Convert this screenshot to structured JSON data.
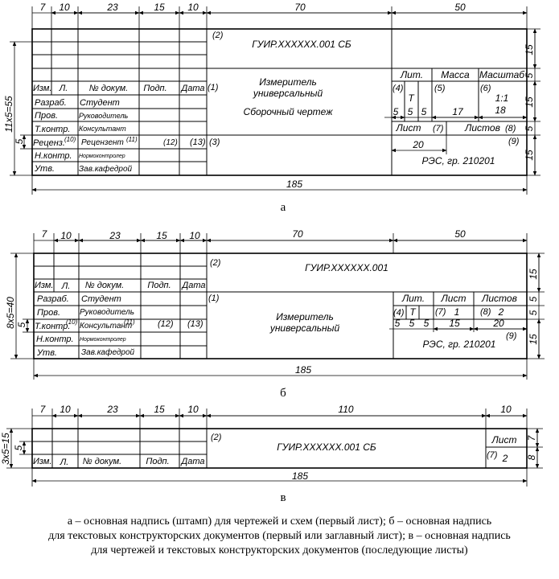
{
  "panel_a": {
    "letter": "а",
    "top_dims": [
      "7",
      "10",
      "23",
      "15",
      "10",
      "70",
      "50"
    ],
    "right_dims": [
      "15",
      "5",
      "15",
      "5",
      "15"
    ],
    "left_dim": "11x5=55",
    "left_dim_small": "5",
    "bottom_dim": "185",
    "n2": "(2)",
    "designation": "ГУИР.XXXXXX.001 СБ",
    "header": [
      "Изм.",
      "Л.",
      "№ докум.",
      "Подп.",
      "Дата"
    ],
    "n1": "(1)",
    "title_l1": "Измеритель",
    "title_l2": "универсальный",
    "title_l3": "Сборочный чертеж",
    "col_lit": "Лит.",
    "col_mass": "Масса",
    "col_scale": "Масштаб",
    "n4": "(4)",
    "n5": "(5)",
    "n6": "(6)",
    "lit_t": "Т",
    "scale_val": "1:1",
    "d5a": "5",
    "d5b": "5",
    "d5c": "5",
    "d17": "17",
    "d18": "18",
    "sheet_lbl": "Лист",
    "n7": "(7)",
    "sheets_lbl": "Листов",
    "n8": "(8)",
    "n9": "(9)",
    "d20": "20",
    "org": "РЭС, гр. 210201",
    "rows": [
      "Разраб.",
      "Пров.",
      "Т.контр.",
      "Реценз.",
      "Н.контр.",
      "Утв."
    ],
    "names": [
      "Студент",
      "Руководитель",
      "Консультант",
      "Рецензент",
      "Нормоконтролер",
      "Зав.кафедрой"
    ],
    "n10": "(10)",
    "n11": "(11)",
    "n12": "(12)",
    "n13": "(13)",
    "n3": "(3)"
  },
  "panel_b": {
    "letter": "б",
    "top_dims": [
      "7",
      "10",
      "23",
      "15",
      "10",
      "70",
      "50"
    ],
    "right_dims": [
      "15",
      "5",
      "5",
      "15"
    ],
    "left_dim": "8x5=40",
    "left_dim_small": "5",
    "bottom_dim": "185",
    "n2": "(2)",
    "designation": "ГУИР.XXXXXX.001",
    "header": [
      "Изм.",
      "Л.",
      "№ докум.",
      "Подп.",
      "Дата"
    ],
    "n1": "(1)",
    "title_l1": "Измеритель",
    "title_l2": "универсальный",
    "col_lit": "Лит.",
    "col_sheet": "Лист",
    "col_sheets": "Листов",
    "n4": "(4)",
    "lit_t": "Т",
    "n7": "(7)",
    "sheet_val": "1",
    "n8": "(8)",
    "sheets_val": "2",
    "d5a": "5",
    "d5b": "5",
    "d5c": "5",
    "d15": "15",
    "d20": "20",
    "n9": "(9)",
    "org": "РЭС, гр. 210201",
    "rows": [
      "Разраб.",
      "Пров.",
      "Т.контр.",
      "Н.контр.",
      "Утв."
    ],
    "names": [
      "Студент",
      "Руководитель",
      "Консультант",
      "Нормоконтролер",
      "Зав.кафедрой"
    ],
    "n10": "(10)",
    "n11": "(11)",
    "n12": "(12)",
    "n13": "(13)"
  },
  "panel_c": {
    "letter": "в",
    "top_dims": [
      "7",
      "10",
      "23",
      "15",
      "10",
      "110",
      "10"
    ],
    "right_dims": [
      "7",
      "8"
    ],
    "left_dim": "3x5=15",
    "left_dim_small": "5",
    "bottom_dim": "185",
    "n2": "(2)",
    "designation": "ГУИР.XXXXXX.001 СБ",
    "header": [
      "Изм.",
      "Л.",
      "№ докум.",
      "Подп.",
      "Дата"
    ],
    "sheet_lbl": "Лист",
    "n7": "(7)",
    "sheet_val": "2"
  },
  "caption": {
    "line1": "а – основная надпись (штамп) для чертежей и схем (первый лист); б –  основная надпись",
    "line2": "для текстовых конструкторских документов (первый или заглавный лист); в – основная надпись",
    "line3": "для чертежей и текстовых конструкторских документов (последующие листы)"
  }
}
